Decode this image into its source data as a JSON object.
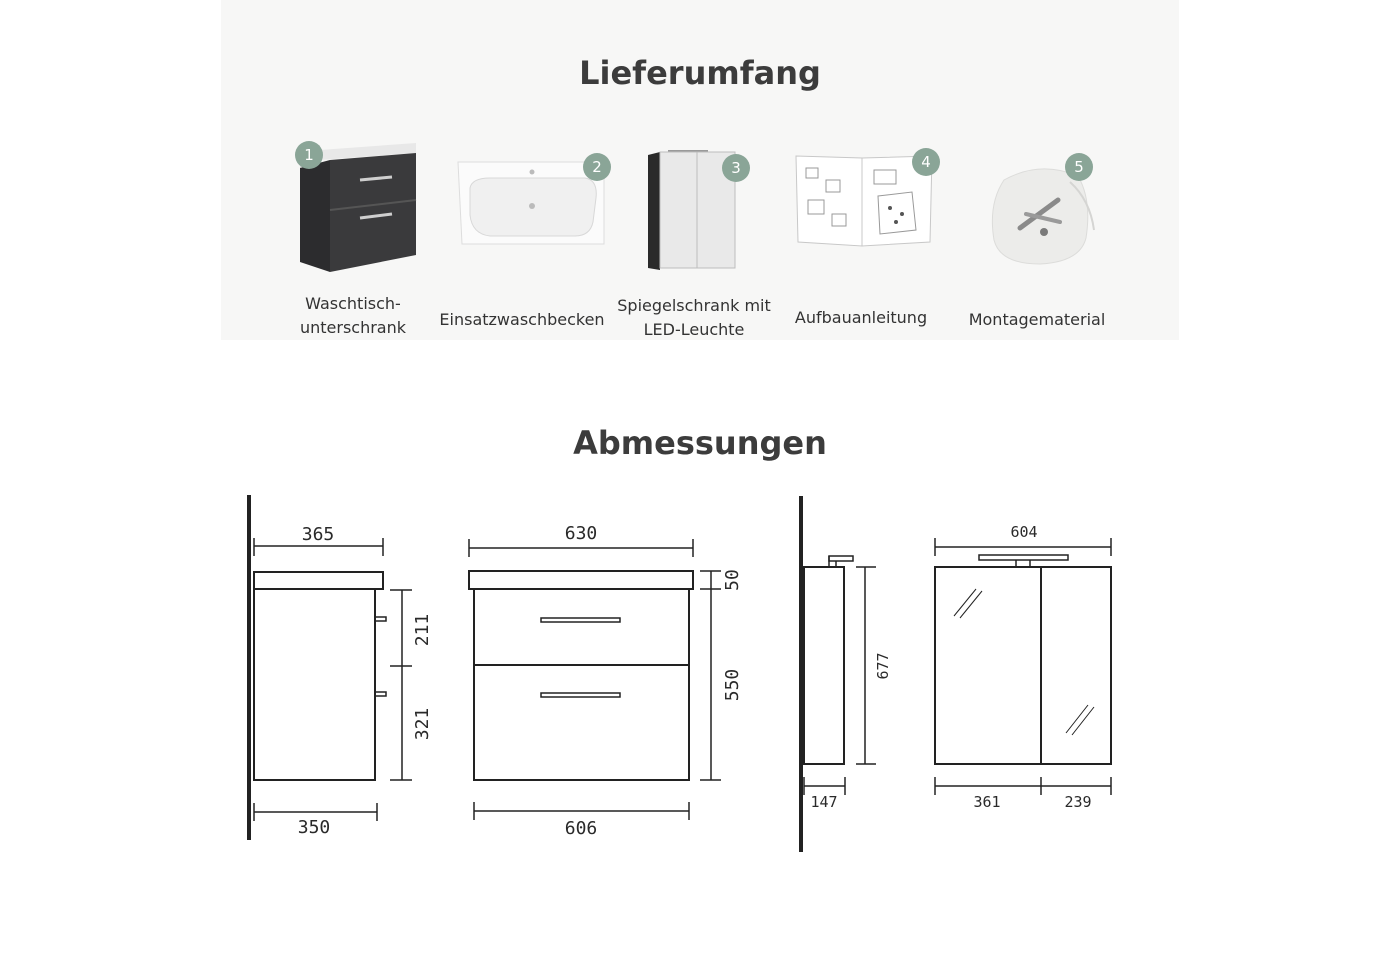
{
  "scope": {
    "title": "Lieferumfang",
    "items": [
      {
        "number": "1",
        "label": "Waschtisch-\nunterschrank"
      },
      {
        "number": "2",
        "label": "Einsatzwaschbecken"
      },
      {
        "number": "3",
        "label": "Spiegelschrank mit\nLED-Leuchte"
      },
      {
        "number": "4",
        "label": "Aufbauanleitung"
      },
      {
        "number": "5",
        "label": "Montagematerial"
      }
    ]
  },
  "dimensions": {
    "title": "Abmessungen",
    "vanity_side": {
      "top_depth": "365",
      "bottom_depth": "350",
      "drawer_top_height": "211",
      "drawer_bottom_height": "321"
    },
    "vanity_front": {
      "top_width": "630",
      "bottom_width": "606",
      "basin_height": "50",
      "cabinet_height": "550"
    },
    "mirror_side": {
      "depth": "147",
      "height": "677"
    },
    "mirror_front": {
      "width": "604",
      "left_door": "361",
      "right_door": "239"
    }
  },
  "colors": {
    "badge": "#8aa597",
    "panel_bg": "#f7f7f6",
    "cabinet_dark": "#3a3a3c",
    "line": "#222222"
  }
}
